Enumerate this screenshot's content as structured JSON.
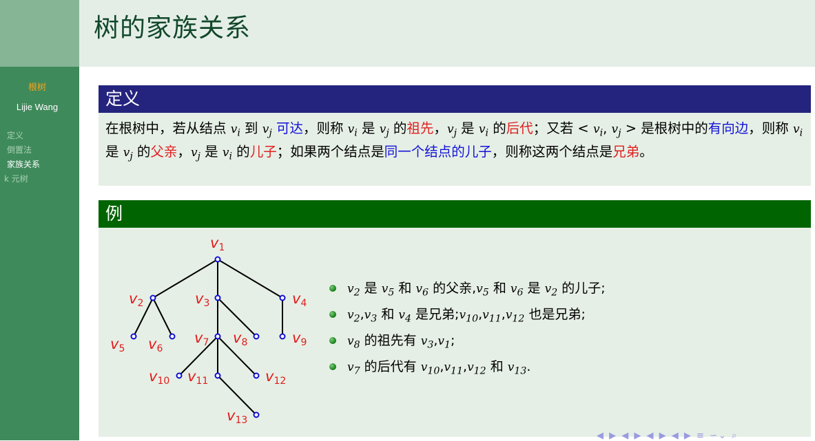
{
  "title": "树的家族关系",
  "sidebar": {
    "section": "根树",
    "author": "Lijie Wang",
    "items": [
      {
        "label": "定义"
      },
      {
        "label": "倒置法"
      },
      {
        "label": "家族关系"
      },
      {
        "label": "k 元树"
      }
    ]
  },
  "definition": {
    "title": "定义",
    "text": "在根树中，若从结点 vi 到 vj 可达，则称 vi 是 vj 的祖先，vj 是 vi 的后代；又若 < vi, vj > 是根树中的有向边，则称 vi 是 vj 的父亲，vj 是 vi 的儿子；如果两个结点是同一个结点的儿子，则称这两个结点是兄弟。"
  },
  "example": {
    "title": "例",
    "tree_nodes": [
      "v1",
      "v2",
      "v3",
      "v4",
      "v5",
      "v6",
      "v7",
      "v8",
      "v9",
      "v10",
      "v11",
      "v12",
      "v13"
    ],
    "bullets": [
      "v2 是 v5 和 v6 的父亲,v5 和 v6 是 v2 的儿子;",
      "v2,v3 和 v4 是兄弟;v10,v11,v12 也是兄弟;",
      "v8 的祖先有 v3,v1;",
      "v7 的后代有 v10,v11,v12 和 v13."
    ]
  },
  "colors": {
    "sidebar": "#3f8a5b",
    "definition_header": "#24247f",
    "example_header": "#006400",
    "highlight_red": "#e11f1f",
    "highlight_blue": "#1212d8"
  },
  "footer_nav": "◀ ▶ ◀ ▶ ◀ ▶ ◀ ▶ ≡ ∽⌄ ⌕"
}
